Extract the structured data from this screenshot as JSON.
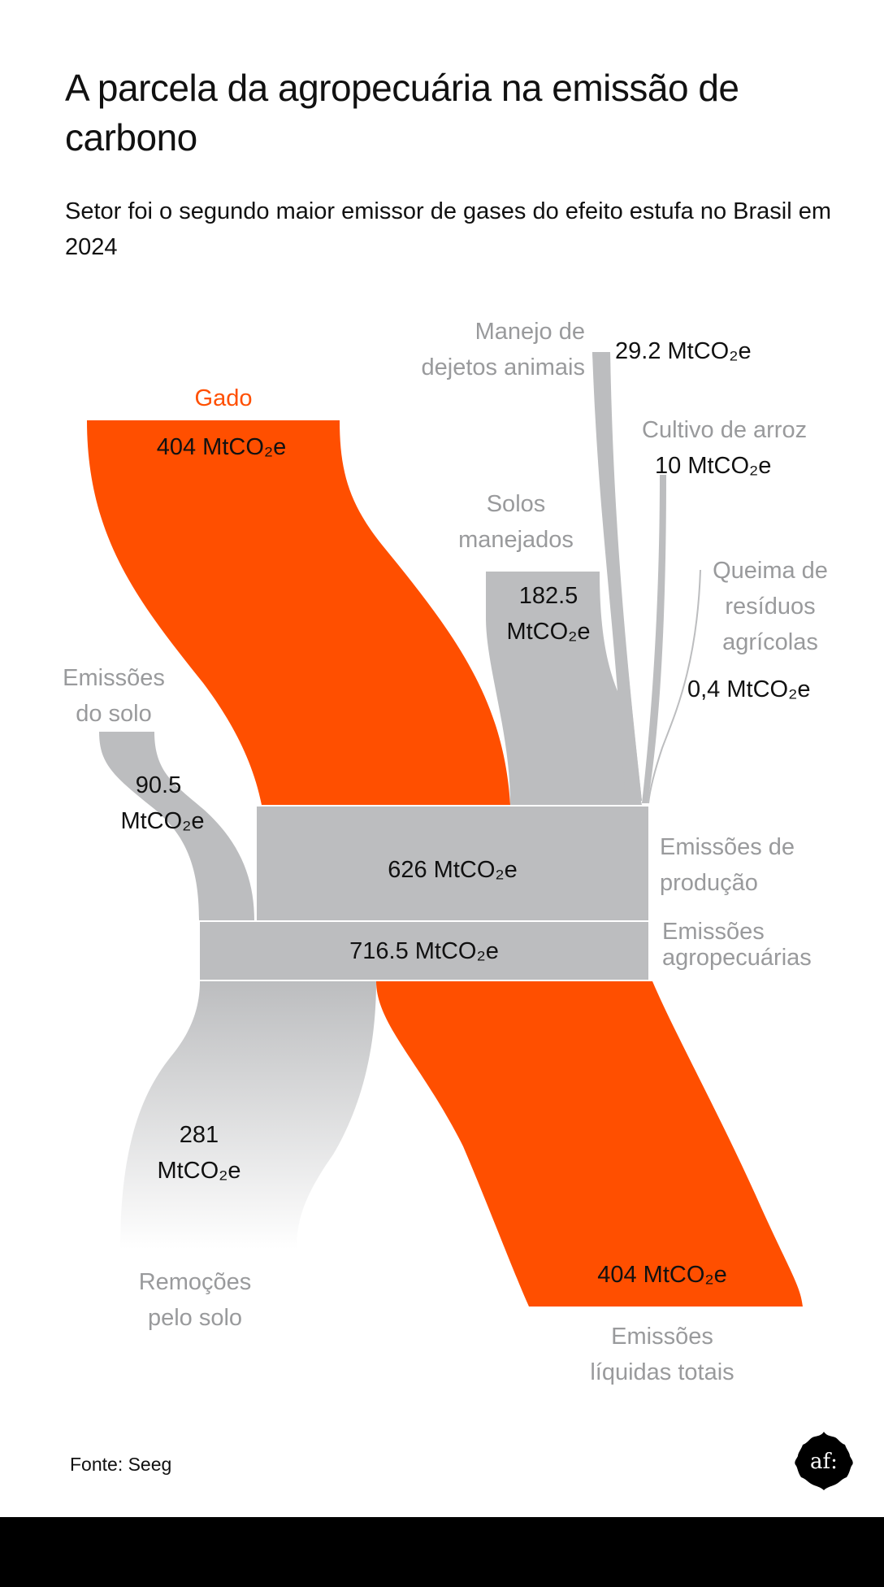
{
  "header": {
    "title": "A parcela da agropecuária na emissão de carbono",
    "subtitle": "Setor foi o segundo maior emissor de gases do efeito estufa no Brasil em 2024"
  },
  "colors": {
    "accent": "#ff4f00",
    "flow_gray": "#bcbdbf",
    "label_gray": "#999a9c",
    "footer": "#000000"
  },
  "nodes": {
    "gado": {
      "label": "Gado",
      "value": "404 MtCO₂e"
    },
    "manejo": {
      "label_1": "Manejo de",
      "label_2": "dejetos animais",
      "value": "29.2 MtCO₂e"
    },
    "arroz": {
      "label": "Cultivo de arroz",
      "value": "10 MtCO₂e"
    },
    "solos": {
      "label_1": "Solos",
      "label_2": "manejados",
      "value_1": "182.5",
      "value_2": "MtCO₂e"
    },
    "queima": {
      "label_1": "Queima de",
      "label_2": "resíduos",
      "label_3": "agrícolas",
      "value": "0,4 MtCO₂e"
    },
    "emissoes_solo": {
      "label_1": "Emissões",
      "label_2": "do solo",
      "value_1": "90.5",
      "value_2": "MtCO₂e"
    },
    "producao": {
      "label_1": "Emissões de",
      "label_2": "produção",
      "value": "626 MtCO₂e"
    },
    "agropecuarias": {
      "label_1": "Emissões",
      "label_2": "agropecuárias",
      "value": "716.5 MtCO₂e"
    },
    "remocoes": {
      "label_1": "Remoções",
      "label_2": "pelo solo",
      "value_1": "281",
      "value_2": "MtCO₂e"
    },
    "liquidas": {
      "label_1": "Emissões",
      "label_2": "líquidas totais",
      "value": "404 MtCO₂e"
    }
  },
  "chart_data": {
    "type": "sankey",
    "title": "A parcela da agropecuária na emissão de carbono",
    "subtitle": "Setor foi o segundo maior emissor de gases do efeito estufa no Brasil em 2024",
    "unit": "MtCO₂e",
    "links": [
      {
        "source": "Gado",
        "target": "Emissões de produção",
        "value": 404
      },
      {
        "source": "Solos manejados",
        "target": "Emissões de produção",
        "value": 182.5
      },
      {
        "source": "Manejo de dejetos animais",
        "target": "Emissões de produção",
        "value": 29.2
      },
      {
        "source": "Cultivo de arroz",
        "target": "Emissões de produção",
        "value": 10
      },
      {
        "source": "Queima de resíduos agrícolas",
        "target": "Emissões de produção",
        "value": 0.4
      },
      {
        "source": "Emissões de produção",
        "target": "Emissões agropecuárias",
        "value": 626
      },
      {
        "source": "Emissões do solo",
        "target": "Emissões agropecuárias",
        "value": 90.5
      },
      {
        "source": "Emissões agropecuárias",
        "target": "Remoções pelo solo",
        "value": 281
      },
      {
        "source": "Emissões agropecuárias",
        "target": "Emissões líquidas totais",
        "value": 404
      }
    ],
    "highlight": [
      "Gado",
      "Emissões líquidas totais"
    ]
  },
  "footer": {
    "source": "Fonte: Seeg",
    "logo_text": "af:"
  }
}
